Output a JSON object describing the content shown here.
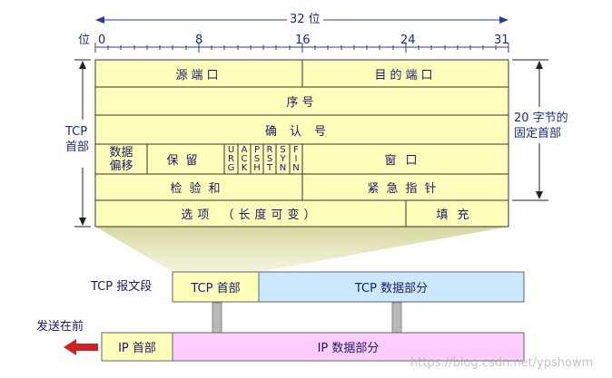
{
  "width_label": "32 位",
  "bit_label": "位",
  "bit_ticks": [
    "0",
    "8",
    "16",
    "24",
    "31"
  ],
  "left_label": [
    "TCP",
    "首部"
  ],
  "right_label": [
    "20 字节的",
    "固定首部"
  ],
  "header_fields": {
    "src_port": "源端口",
    "dst_port": "目的端口",
    "seq": "序号",
    "ack": "确认号",
    "data_offset": [
      "数据",
      "偏移"
    ],
    "reserved": "保留",
    "flags": [
      [
        "U",
        "R",
        "G"
      ],
      [
        "A",
        "C",
        "K"
      ],
      [
        "P",
        "S",
        "H"
      ],
      [
        "R",
        "S",
        "T"
      ],
      [
        "S",
        "Y",
        "N"
      ],
      [
        "F",
        "I",
        "N"
      ]
    ],
    "window": "窗口",
    "checksum": "检验和",
    "urgent_ptr": "紧急指针",
    "options": "选项 （长度可变）",
    "padding": "填充"
  },
  "segment": {
    "label": "TCP 报文段",
    "header": "TCP 首部",
    "data": "TCP 数据部分"
  },
  "packet": {
    "send_label": "发送在前",
    "header": "IP 首部",
    "data": "IP 数据部分"
  },
  "watermark": "https://blog.csdn.net/ypshowm",
  "colors": {
    "header_fill": "#ffffbb",
    "tcp_data_fill": "#cce8ff",
    "ip_header_fill": "#ffffbb",
    "ip_data_fill": "#ffccff",
    "arrow_red": "#cc2222"
  }
}
